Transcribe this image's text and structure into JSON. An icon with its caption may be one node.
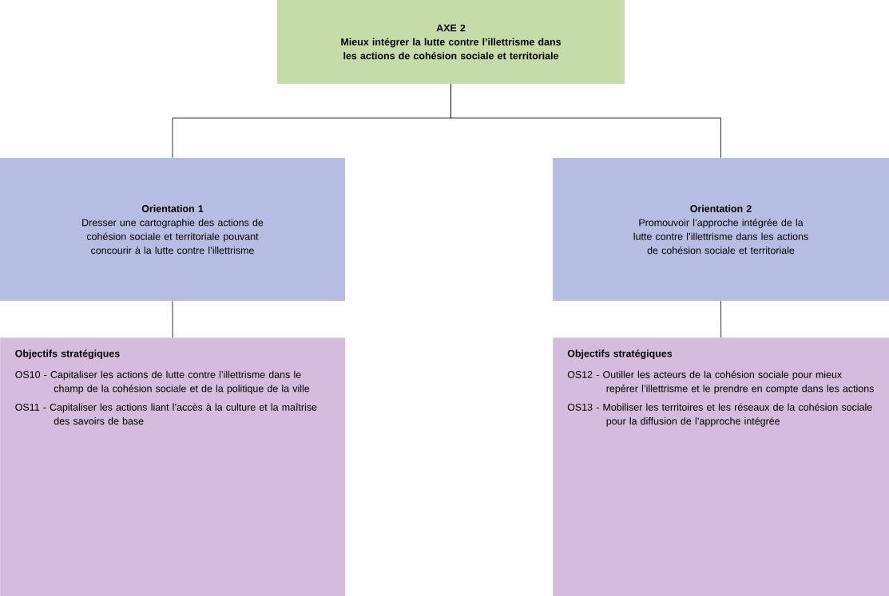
{
  "diagram": {
    "nodes": [
      {
        "text": [
          "AXE 2",
          "Mieux intégrer la lutte contre l’illettrisme dans les actions de cohésion sociale et territoriale"
        ]
      },
      {
        "text": [
          "Orientation 1",
          "Dresser une cartographie des actions de cohésion sociale et territoriale pouvant concourir à la lutte contre l’illettrisme"
        ]
      },
      {
        "text": [
          "Orientation 2",
          "Promouvoir l’approche intégrée de la lutte contre l’illettrisme dans les actions de cohésion sociale et territoriale"
        ]
      },
      {
        "text": [
          "Objectifs stratégiques",
          "OS10 - Capitaliser les actions de lutte contre l’illettrisme dans le champ de la cohésion sociale et de la politique de la ville",
          "OS11 - Capitaliser les actions liant l’accès à la culture et la maîtrise des savoirs de base"
        ]
      },
      {
        "text": [
          "Objectifs stratégiques",
          "OS12 - Outiller les acteurs de la cohésion sociale pour mieux repérer l’illettrisme et le prendre en compte dans les actions",
          "OS13 - Mobiliser les territoires et les réseaux de la cohésion sociale pour la diffusion de l’approche intégrée"
        ]
      }
    ],
    "edges": [
      {
        "from": 0,
        "to": 1,
        "arrow": "none"
      },
      {
        "from": 0,
        "to": 2,
        "arrow": "none"
      },
      {
        "from": 1,
        "to": 3,
        "arrow": "none"
      },
      {
        "from": 2,
        "to": 4,
        "arrow": "none"
      }
    ]
  }
}
